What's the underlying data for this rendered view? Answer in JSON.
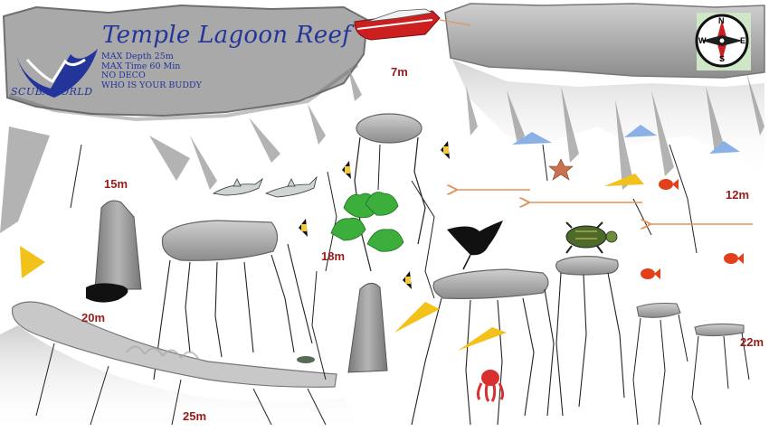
{
  "map": {
    "title": "Temple Lagoon Reef",
    "logo_text": "SCUBAWORLD",
    "dive_notes": [
      "MAX Depth 25m",
      "MAX Time 60 Min",
      "NO DECO",
      "WHO IS YOUR BUDDY"
    ],
    "depth_labels": {
      "boat": "7m",
      "left_wall": "15m",
      "east_entry": "12m",
      "pinnacles": "18m",
      "west_rock": "20m",
      "east_ledges": "22m",
      "sand_bottom": "25m"
    },
    "compass": {
      "n": "N",
      "e": "E",
      "s": "S",
      "w": "W"
    },
    "colors": {
      "title_blue": "#23349a",
      "depth_red": "#9a1a1a",
      "rock_grey": "#9e9e9e",
      "current_arrow": "#e0935a",
      "coral_yellow": "#f2c21b",
      "coral_green": "#3cae3c",
      "boat_red": "#cc1f1f",
      "ray_blue": "#8ab0e6"
    },
    "icons": [
      "dive-boat-icon",
      "compass-icon",
      "shark-icon",
      "manta-ray-icon",
      "turtle-icon",
      "octopus-icon",
      "starfish-icon",
      "angelfish-icon",
      "goldfish-icon",
      "green-coral-icon",
      "yellow-fan-coral-icon",
      "blue-fin-icon",
      "current-arrow-icon",
      "sea-cucumber-icon"
    ]
  }
}
